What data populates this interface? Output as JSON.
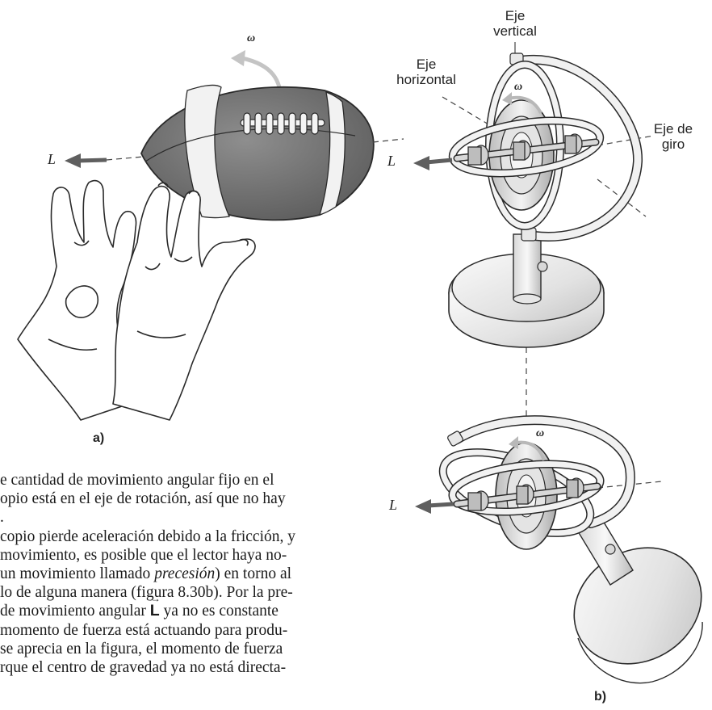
{
  "figure": {
    "panel_a": {
      "omega_label": "ω",
      "L_label": "L",
      "caption": "a)"
    },
    "panel_b": {
      "label_vertical": [
        "Eje",
        "vertical"
      ],
      "label_horizontal": [
        "Eje",
        "horizontal"
      ],
      "label_spin": [
        "Eje de",
        "giro"
      ],
      "omega_top": "ω",
      "omega_bottom": "ω",
      "L_top": "L",
      "L_bottom": "L",
      "caption": "b)"
    },
    "colors": {
      "football": "#7a7a7a",
      "stripe": "#f2f2f2",
      "arrow": "#5f5f5f",
      "metal_light": "#efefef",
      "metal_mid": "#cfcfcf",
      "metal_dark": "#9a9a9a"
    }
  },
  "body_text": {
    "lines": [
      "e cantidad de movimiento angular fijo en el",
      "opio está en el eje de rotación, así que no hay",
      ".",
      "copio pierde aceleración debido a la fricción, y",
      " movimiento, es posible que el lector haya no-",
      "un movimiento llamado ",
      "lo de alguna manera (figura 8.30b). Por la pre-",
      " de movimiento angular ",
      "momento de fuerza está actuando para produ-",
      "se aprecia en la figura, el momento de fuerza",
      "rque el centro de gravedad ya no está directa-"
    ],
    "line6_italic": "precesión",
    "line6_tail": ") en torno al",
    "line8_symbol": "L",
    "line8_tail": " ya no es constante"
  }
}
